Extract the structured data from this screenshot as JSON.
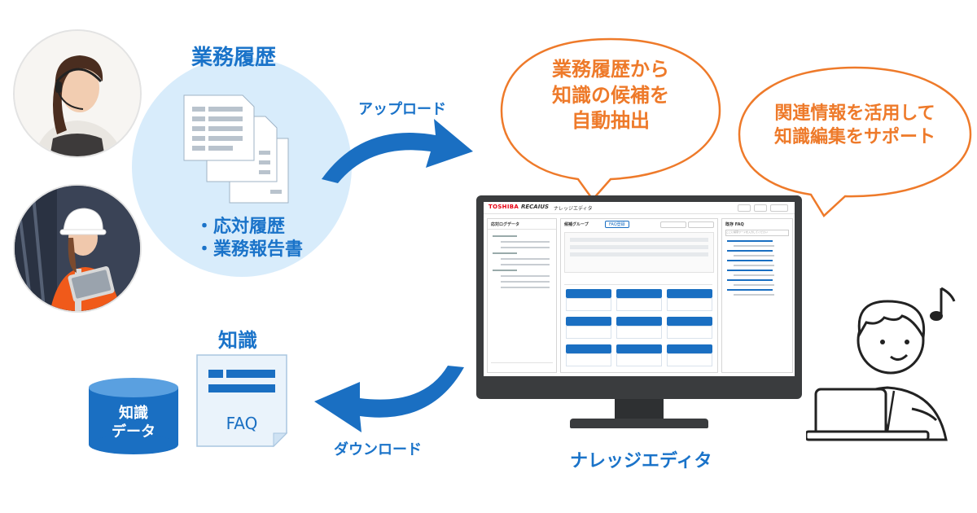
{
  "history": {
    "title": "業務履歴",
    "bullets": [
      "・応対履歴",
      "・業務報告書"
    ]
  },
  "knowledge": {
    "title": "知識",
    "faq_label": "FAQ",
    "db_line1": "知識",
    "db_line2": "データ"
  },
  "arrows": {
    "upload": "アップロード",
    "download": "ダウンロード"
  },
  "bubbles": {
    "extract_lines": [
      "業務履歴から",
      "知識の候補を",
      "自動抽出"
    ],
    "support_lines": [
      "関連情報を活用して",
      "知識編集をサポート"
    ]
  },
  "editor": {
    "caption": "ナレッジエディタ",
    "brand": "TOSHIBA",
    "product": "RECAIUS",
    "app_name": "ナレッジエディタ",
    "panel_left": "応対ログデータ",
    "panel_mid": "候補グループ",
    "panel_right": "既存 FAQ",
    "tab_upload": "FAQ登録",
    "faq_search_placeholder": "ここに検索ワードを入力してください"
  },
  "colors": {
    "brand_blue": "#1a73c9",
    "accent_orange": "#ee7a2a",
    "light_circle": "#d8ecfb",
    "toshiba_red": "#e60012",
    "monitor": "#3a3c3e"
  },
  "icons": {
    "document": "document-stack-icon",
    "database": "database-cylinder-icon",
    "faq": "faq-document-icon",
    "music": "music-note-icon"
  }
}
